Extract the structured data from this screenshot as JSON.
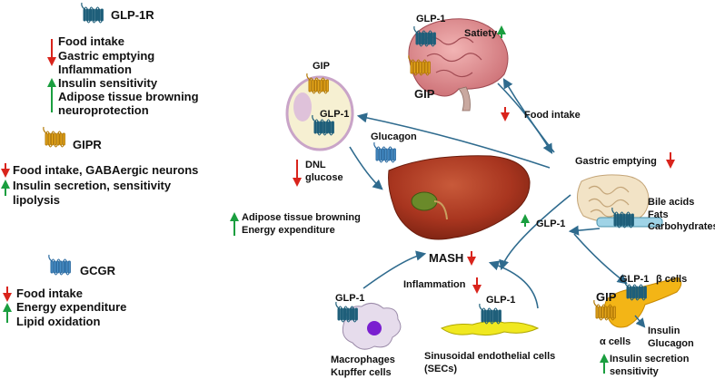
{
  "left_panel": {
    "glp1r": {
      "title": "GLP-1R",
      "effects": [
        "Food intake",
        "Gastric emptying",
        "Inflammation",
        "Insulin sensitivity",
        "Adipose tissue browning",
        "neuroprotection"
      ]
    },
    "gipr": {
      "title": "GIPR",
      "effects": [
        "Food intake, GABAergic neurons",
        "Insulin secretion, sensitivity",
        "lipolysis"
      ]
    },
    "gcgr": {
      "title": "GCGR",
      "effects": [
        "Food intake",
        "Energy expenditure",
        "Lipid oxidation"
      ]
    }
  },
  "brain": {
    "glp1": "GLP-1",
    "gip": "GIP",
    "satiety": "Satiety",
    "food_intake": "Food intake"
  },
  "adipocyte": {
    "gip": "GIP",
    "glp1": "GLP-1",
    "dnl": "DNL",
    "glucose": "glucose",
    "effect1": "Adipose tissue browning",
    "effect2": "Energy expenditure"
  },
  "liver": {
    "glucagon": "Glucagon",
    "mash": "MASH"
  },
  "gut": {
    "gastric_emptying": "Gastric emptying",
    "bile": "Bile acids",
    "fats": "Fats",
    "carbs": "Carbohydrates",
    "glp1": "GLP-1"
  },
  "immune": {
    "glp1": "GLP-1",
    "cells1": "Macrophages",
    "cells2": "Kupffer cells"
  },
  "sec": {
    "inflammation": "Inflammation",
    "glp1": "GLP-1",
    "label1": "Sinusoidal endothelial cells",
    "label2": "(SECs)"
  },
  "pancreas": {
    "glp1": "GLP-1",
    "beta": "β cells",
    "gip": "GIP",
    "insulin": "Insulin",
    "glucagon": "Glucagon",
    "alpha": "α cells",
    "effect1": "Insulin secretion",
    "effect2": "sensitivity"
  },
  "colors": {
    "up": "#1a9e3f",
    "down": "#d9241c",
    "arrow": "#2f6b8e",
    "gip_receptor": "#e8a81c",
    "glp1_receptor": "#1f5f7a",
    "gcgr_receptor": "#4a90c8",
    "liver": "#a8351f"
  }
}
